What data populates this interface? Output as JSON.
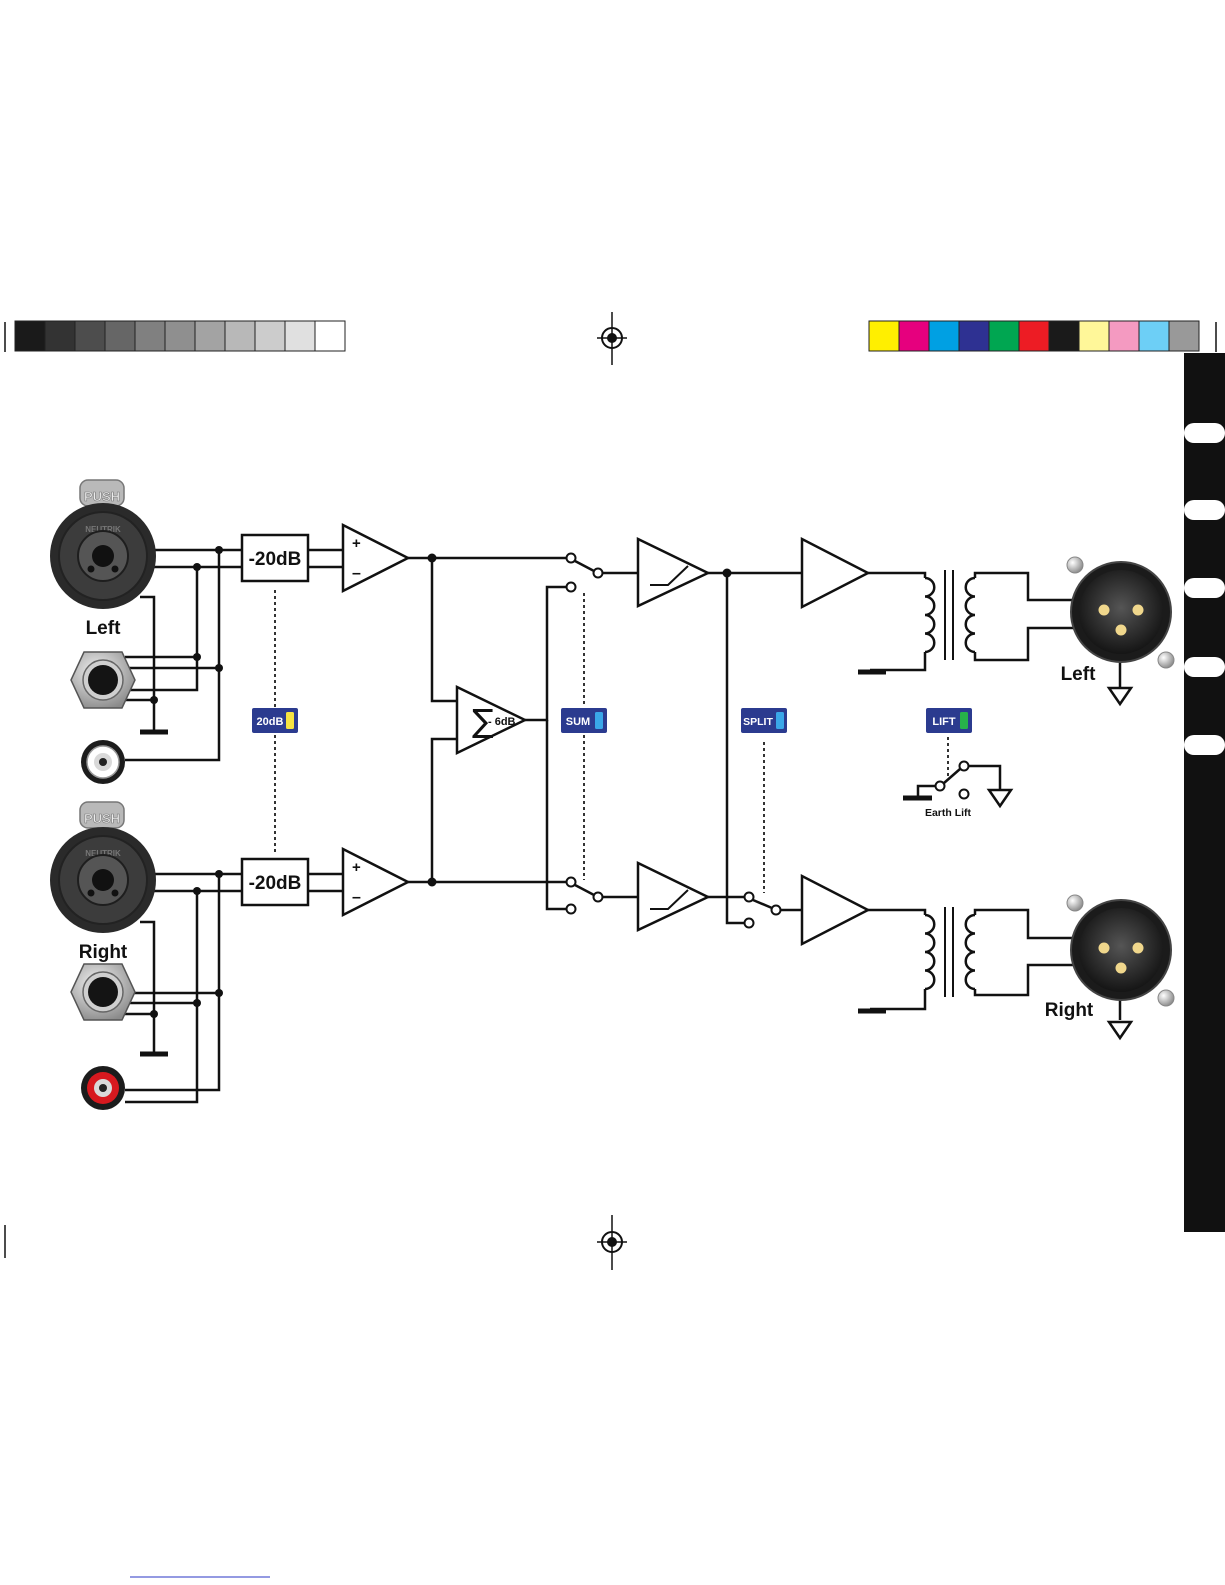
{
  "print_marks": {
    "grayscale": [
      "#1a1a1a",
      "#333333",
      "#4d4d4d",
      "#666666",
      "#808080",
      "#8f8f8f",
      "#a3a3a3",
      "#b8b8b8",
      "#cccccc",
      "#e0e0e0",
      "#ffffff"
    ],
    "color_bar": [
      "#ffef00",
      "#e6007e",
      "#00a0e3",
      "#2e3192",
      "#00a651",
      "#ed1c24",
      "#1a1a1a",
      "#fff799",
      "#f49ac1",
      "#6dcff6",
      "#999999"
    ]
  },
  "inputs": {
    "left_label": "Left",
    "right_label": "Right",
    "combo_push_text": "PUSH",
    "combo_brand": "NEUTRIK",
    "rca_left_color": "#ffffff",
    "rca_right_color": "#d7191f"
  },
  "pad": {
    "block_label": "-20dB",
    "switch_label": "20dB",
    "switch_led_color": "#f5e342"
  },
  "summing": {
    "gain_label": "- 6dB",
    "sum_switch_label": "SUM",
    "sum_led_color": "#3aa7e8"
  },
  "split": {
    "switch_label": "SPLIT",
    "led_color": "#3aa7e8"
  },
  "earth": {
    "switch_label": "LIFT",
    "led_color": "#27b24a",
    "caption": "Earth Lift"
  },
  "outputs": {
    "left_label": "Left",
    "right_label": "Right"
  },
  "colors": {
    "switch_badge": "#2b3b8f",
    "side_tab": "#111111"
  }
}
